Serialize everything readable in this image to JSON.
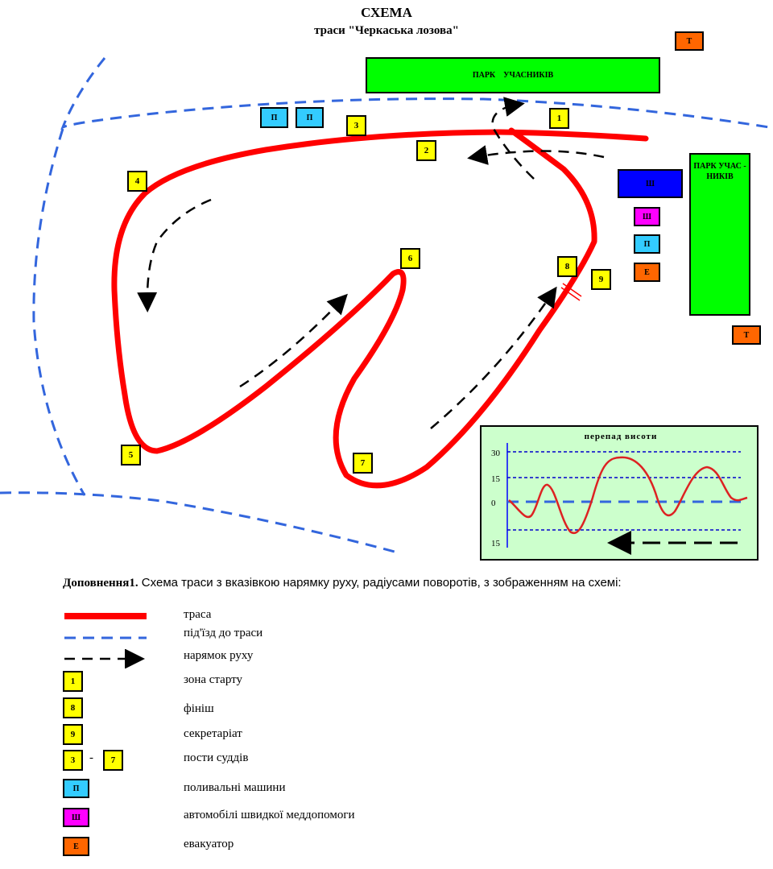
{
  "header": {
    "title": "СХЕМА",
    "subtitle": "траси \"Черкаська лозова\""
  },
  "posts": [
    "1",
    "2",
    "3",
    "4",
    "5",
    "6",
    "7",
    "8",
    "9"
  ],
  "cyan_label": "П",
  "magenta_label": "Ш",
  "orange_e_label": "Е",
  "orange_t_label": "Т",
  "blue_label": "Ш",
  "park_top": "ПАРК    УЧАСНИКІВ",
  "park_right": "ПАРК УЧАС - НИКІВ",
  "elevation": {
    "title": "перепад висоти",
    "ticks": [
      "30",
      "15",
      "0",
      "15"
    ]
  },
  "caption": {
    "bold": "Доповнення1.",
    "text": " Схема траси з вказівкою нарямку руху, радіусами поворотів, з зображенням на схемі:"
  },
  "legend": [
    {
      "label": "траса"
    },
    {
      "label": "під'їзд до траси"
    },
    {
      "label": "нарямок руху"
    },
    {
      "label": "зона старту",
      "box": "1"
    },
    {
      "label": "фініш",
      "box": "8"
    },
    {
      "label": "секретаріат",
      "box": "9"
    },
    {
      "label": "пости суддів",
      "box_a": "3",
      "dash": "-",
      "box_b": "7"
    },
    {
      "label": "поливальні машини",
      "box": "П"
    },
    {
      "label": "автомобілі швидкої меддопомоги",
      "box": "Ш"
    },
    {
      "label": "евакуатор",
      "box": "Е"
    }
  ],
  "colors": {
    "track": "#ff0000",
    "road": "#3366dd",
    "post": "#ffff00",
    "park": "#00ff00",
    "chart_bg": "#ccffcc"
  }
}
